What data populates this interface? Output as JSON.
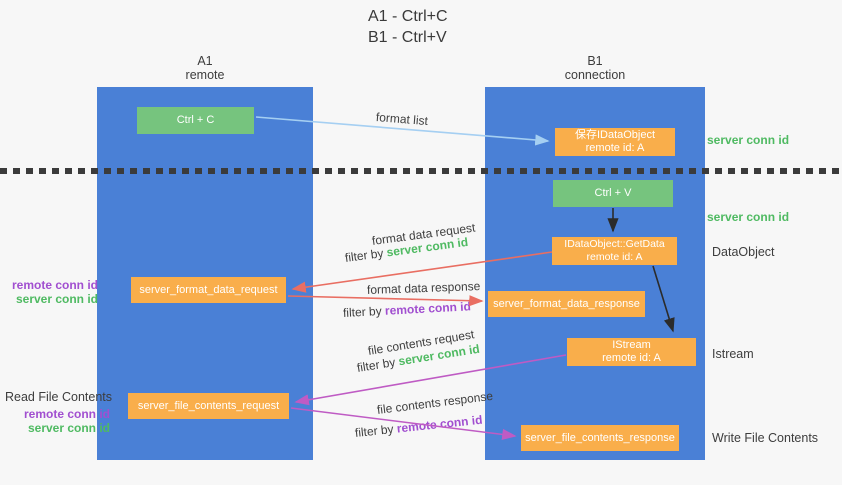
{
  "title": {
    "line1": "A1 - Ctrl+C",
    "line2": "B1 - Ctrl+V"
  },
  "lanes": {
    "a1": {
      "name": "A1",
      "sub": "remote"
    },
    "b1": {
      "name": "B1",
      "sub": "connection"
    }
  },
  "nodes": {
    "ctrl_c": {
      "label": "Ctrl + C"
    },
    "save_idataobject": {
      "line1": "保存IDataObject",
      "line2": "remote id: A"
    },
    "ctrl_v": {
      "label": "Ctrl + V"
    },
    "getdata": {
      "line1": "IDataObject::GetData",
      "line2": "remote id: A"
    },
    "format_request": {
      "label": "server_format_data_request"
    },
    "format_response": {
      "label": "server_format_data_response"
    },
    "istream": {
      "line1": "IStream",
      "line2": "remote id: A"
    },
    "file_request": {
      "label": "server_file_contents_request"
    },
    "file_response": {
      "label": "server_file_contents_response"
    }
  },
  "side_labels": {
    "server_conn_id_top": "server conn id",
    "server_conn_id_mid": "server conn id",
    "dataobject": "DataObject",
    "istream": "Istream",
    "write_file_contents": "Write File Contents",
    "read_file_contents": "Read File Contents",
    "left_set1": {
      "remote": "remote conn id",
      "server": "server conn id"
    },
    "left_set2": {
      "remote": "remote conn id",
      "server": "server conn id"
    }
  },
  "arrows": {
    "format_list": {
      "label": "format list"
    },
    "format_data_request": {
      "label": "format data request",
      "filter_prefix": "filter by ",
      "filter_key": "server conn id"
    },
    "format_data_response": {
      "label": "format data response",
      "filter_prefix": "filter by ",
      "filter_key": "remote conn id"
    },
    "file_contents_request": {
      "label": "file contents request",
      "filter_prefix": "filter by ",
      "filter_key": "server conn id"
    },
    "file_contents_response": {
      "label": "file contents response",
      "filter_prefix": "filter by ",
      "filter_key": "remote conn id"
    }
  },
  "colors": {
    "lane_blue": "#4A80D6",
    "node_green": "#76C47E",
    "node_orange": "#F9AE4B",
    "text_green": "#4FBA62",
    "text_purple": "#A14FD0",
    "arrow_red": "#E96E62",
    "arrow_magenta": "#BF5BC4",
    "arrow_lightblue": "#A5CFF2",
    "arrow_black": "#2B2B2B",
    "background": "#F7F7F7"
  }
}
